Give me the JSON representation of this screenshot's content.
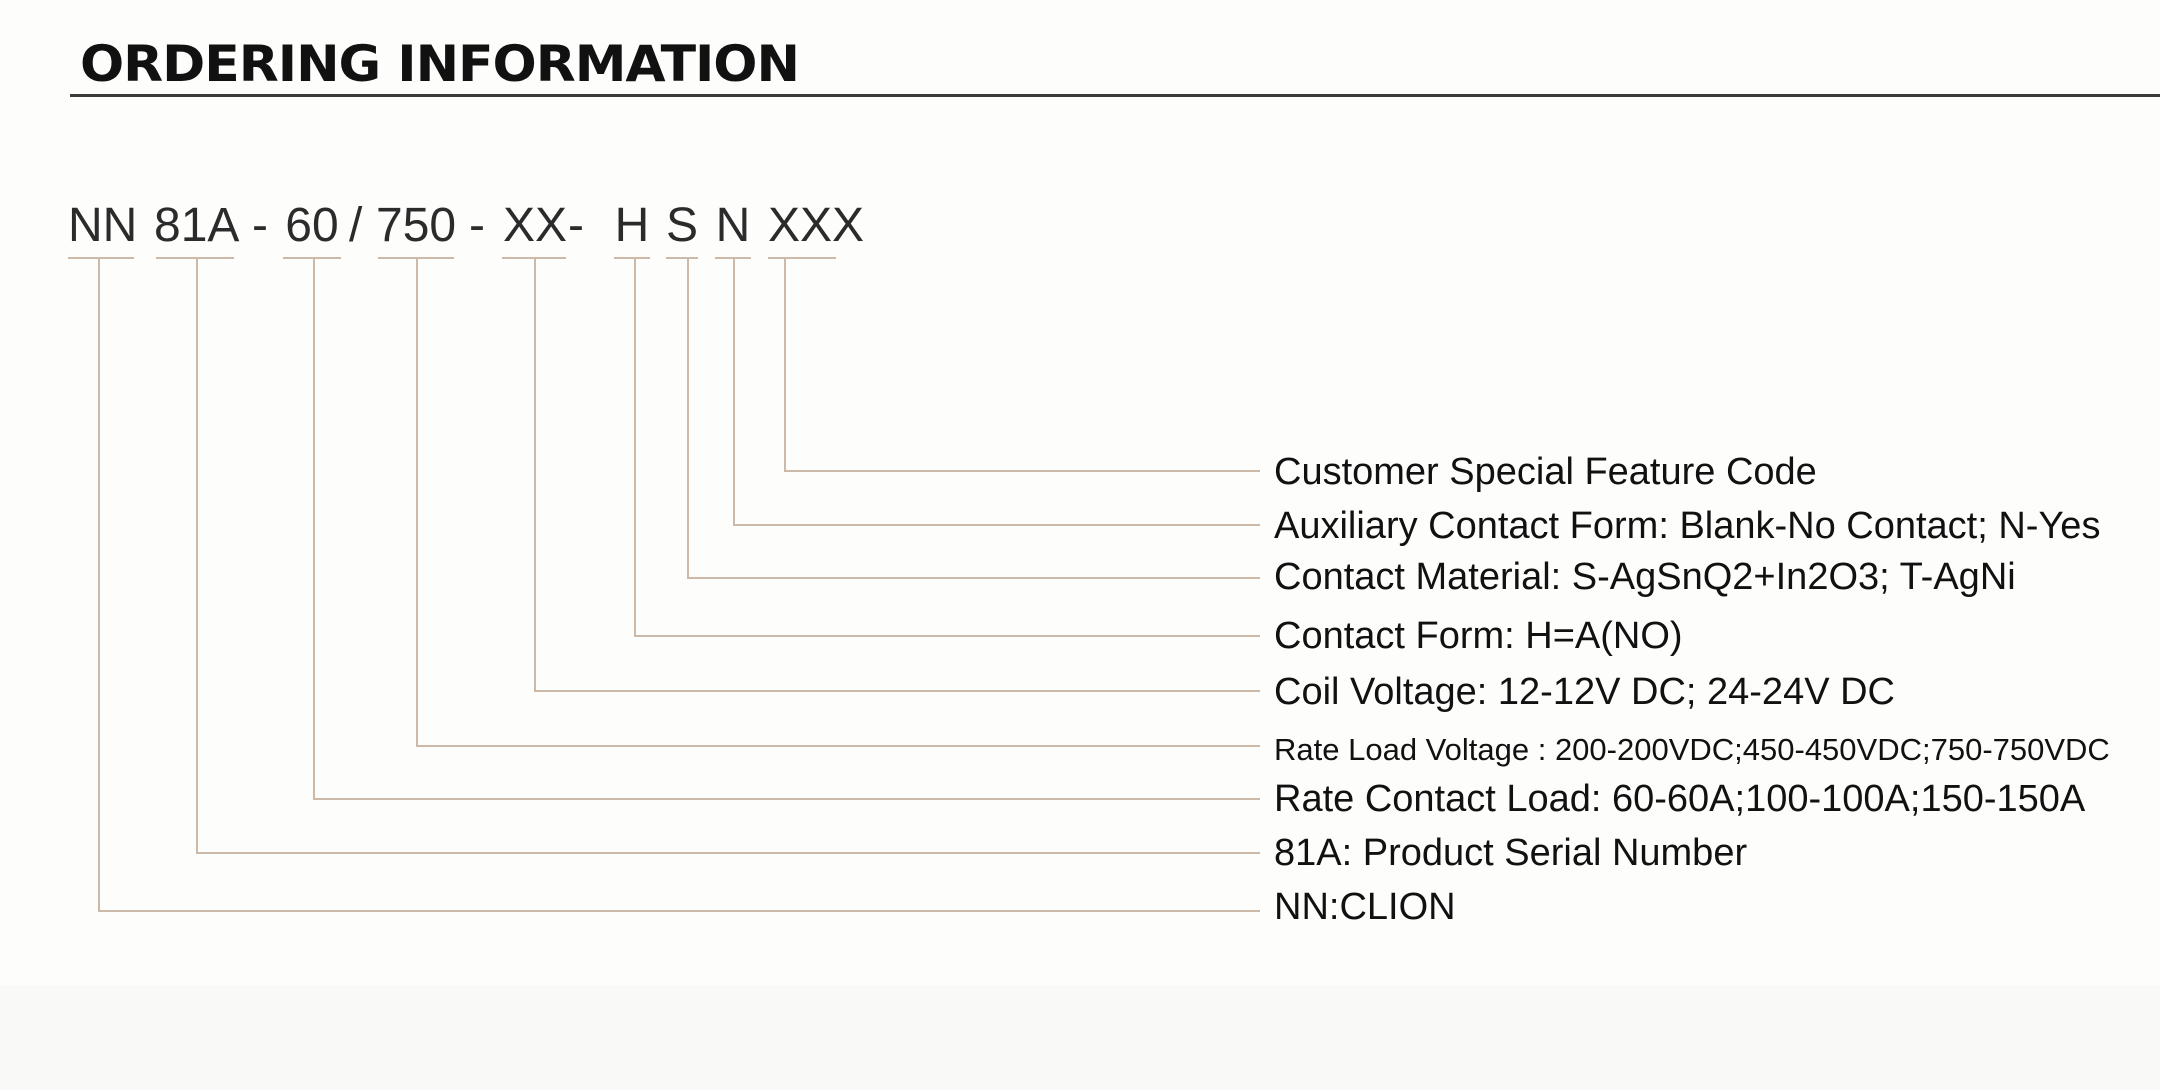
{
  "title": "ORDERING INFORMATION",
  "code": {
    "segments": [
      "NN",
      "81A",
      "60",
      "750",
      "XX",
      "H",
      "S",
      "N",
      "XXX"
    ],
    "separators": [
      "-",
      "/",
      "-",
      "-"
    ]
  },
  "descriptions": [
    "Customer Special Feature Code",
    "Auxiliary Contact Form: Blank-No Contact; N-Yes",
    "Contact Material: S-AgSnQ2+In2O3; T-AgNi",
    "Contact Form: H=A(NO)",
    "Coil Voltage: 12-12V DC; 24-24V DC",
    "Rate Load Voltage : 200-200VDC;450-450VDC;750-750VDC",
    "Rate Contact Load: 60-60A;100-100A;150-150A",
    "81A: Product Serial Number",
    "NN:CLION"
  ],
  "colors": {
    "connector": "#ccb9a8",
    "text": "#111111",
    "rule": "#3a3a3a"
  }
}
